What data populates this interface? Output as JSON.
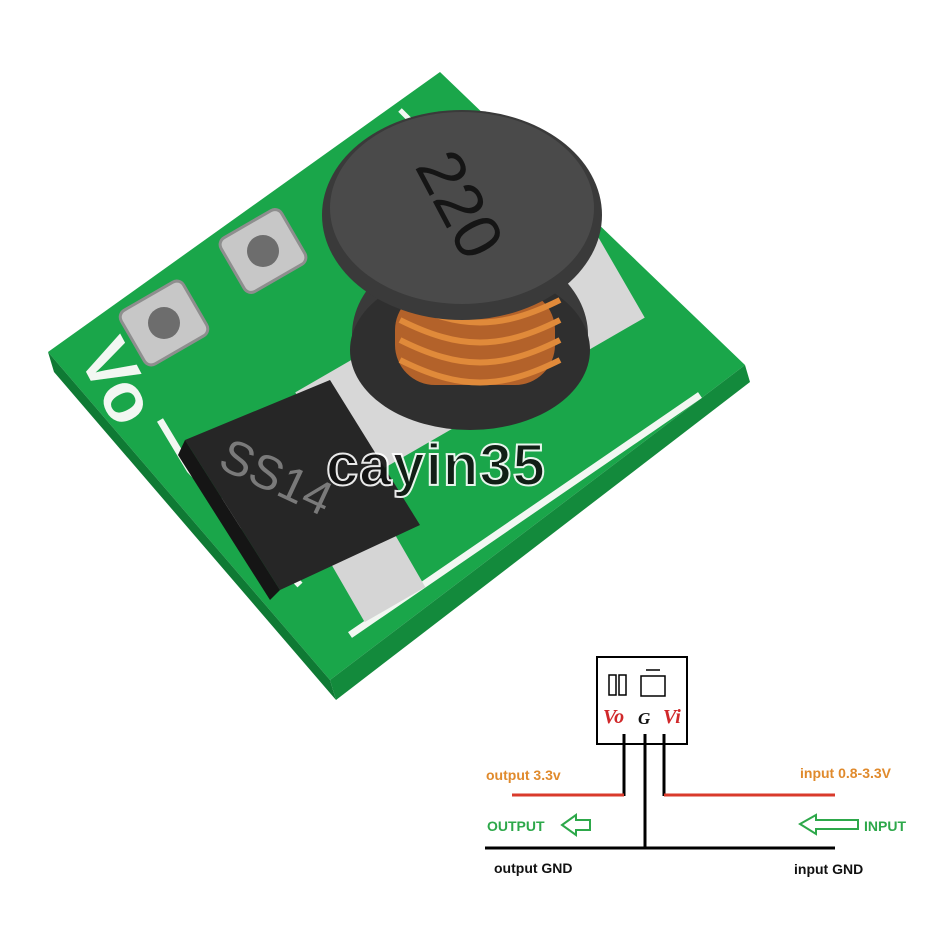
{
  "colors": {
    "pcb": "#1aa64a",
    "silk": "#f2f7f2",
    "inductor": "#2b2b2b",
    "copper": "#c0651f",
    "wire_red": "#d93a2b",
    "label_orange": "#e08a2c",
    "label_green": "#2da84a"
  },
  "board": {
    "inductor_marking": "220",
    "diode_marking": "SS14",
    "silk_left": "Vo"
  },
  "watermark": "cayin35",
  "diagram": {
    "pins": {
      "vo": "Vo",
      "g": "G",
      "vi": "Vi"
    },
    "output_voltage": "output 3.3v",
    "input_voltage": "input 0.8-3.3V",
    "output_label": "OUTPUT",
    "input_label": "INPUT",
    "output_gnd": "output GND",
    "input_gnd": "input GND"
  }
}
